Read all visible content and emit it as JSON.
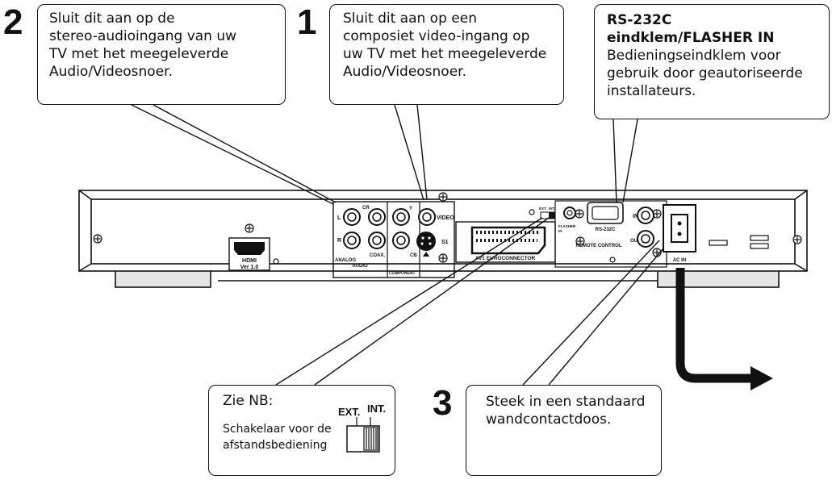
{
  "callouts": {
    "c2": {
      "number": "2",
      "lines": [
        "Sluit dit aan op de",
        "stereo-audioingang van uw",
        "TV met het meegeleverde",
        "Audio/Videosnoer."
      ]
    },
    "c1": {
      "number": "1",
      "lines": [
        "Sluit dit aan op een",
        "composiet video-ingang op",
        "uw TV met het meegeleverde",
        "Audio/Videosnoer."
      ]
    },
    "rs": {
      "title_lines": [
        "RS-232C",
        "eindklem/FLASHER IN"
      ],
      "lines": [
        "Bedieningseindklem voor",
        "gebruik door geautoriseerde",
        "installateurs."
      ]
    },
    "nb": {
      "title": "Zie NB:",
      "lines": [
        "Schakelaar voor de",
        "afstandsbediening"
      ],
      "switch_ext": "EXT.",
      "switch_int": "INT."
    },
    "c3": {
      "number": "3",
      "lines": [
        "Steek in een standaard",
        "wandcontactdoos."
      ]
    }
  },
  "panel": {
    "hdmi": "HDMI",
    "hdmi_ver": "Ver 1.0",
    "l": "L",
    "r": "R",
    "analog": "ANALOG",
    "audio": "AUDIO",
    "coax": "COAX.",
    "cr": "CR",
    "cb": "CB",
    "y": "Y",
    "component": "COMPONENT",
    "video": "VIDEO",
    "s1": "S1",
    "av": "AV1 EUROCONNECTOR",
    "ext": "EXT.",
    "int": "INT.",
    "flasher": "FLASHER",
    "flasher_in": "IN",
    "rs232c": "RS-232C",
    "in": "IN",
    "out": "OUT",
    "remote": "REMOTE CONTROL",
    "acin": "AC IN"
  }
}
